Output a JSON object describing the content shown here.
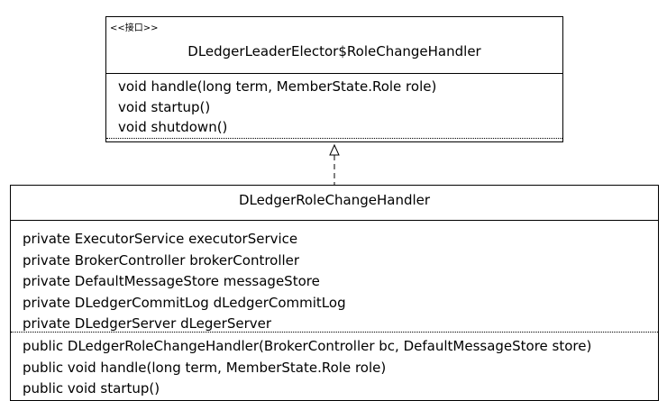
{
  "interface": {
    "stereotype": "<<接口>>",
    "name": "DLedgerLeaderElector$RoleChangeHandler",
    "methods": [
      "void handle(long term, MemberState.Role role)",
      "void startup()",
      "void shutdown()"
    ]
  },
  "class": {
    "name": "DLedgerRoleChangeHandler",
    "fields": [
      "private ExecutorService executorService",
      "private BrokerController brokerController",
      "private DefaultMessageStore messageStore",
      "private DLedgerCommitLog dLedgerCommitLog",
      "private DLedgerServer dLegerServer"
    ],
    "methods": [
      "public DLedgerRoleChangeHandler(BrokerController bc, DefaultMessageStore store)",
      "public void handle(long term, MemberState.Role role)",
      "public void startup()"
    ]
  },
  "relationship": {
    "type": "realization",
    "from": "DLedgerRoleChangeHandler",
    "to": "DLedgerLeaderElector$RoleChangeHandler"
  }
}
